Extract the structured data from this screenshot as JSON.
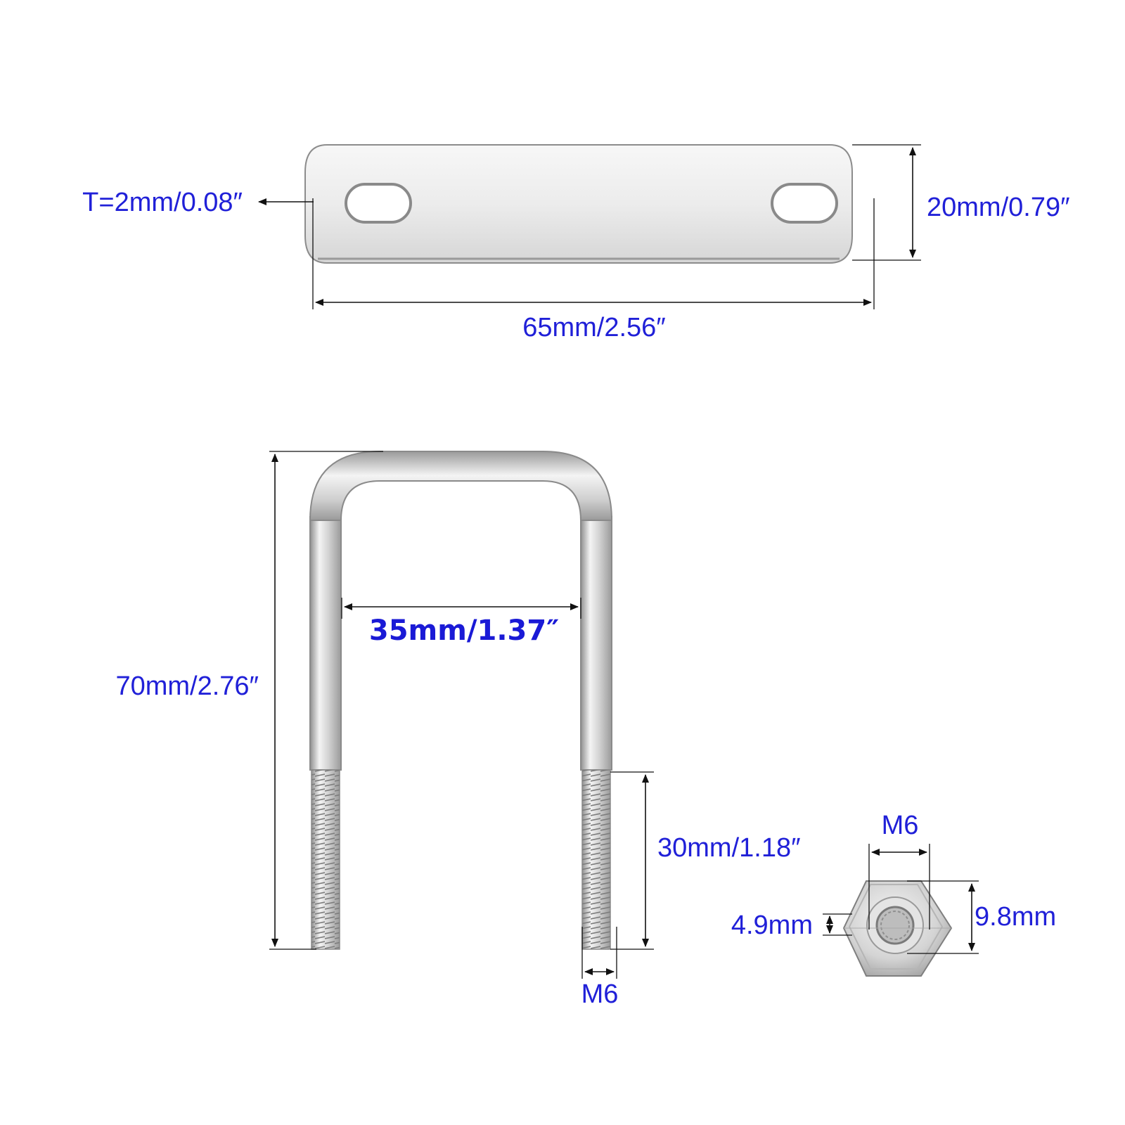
{
  "plate": {
    "thickness_label": "T=2mm/0.08″",
    "height_label": "20mm/0.79″",
    "length_label": "65mm/2.56″"
  },
  "u_bolt": {
    "height_label": "70mm/2.76″",
    "inner_width_label": "35mm/1.37″",
    "thread_length_label": "30mm/1.18″",
    "thread_size_label": "M6"
  },
  "nut": {
    "thread_size_label": "M6",
    "thickness_label": "4.9mm",
    "width_label": "9.8mm"
  },
  "colors": {
    "label": "#2020d8",
    "metal_light": "#f2f2f2",
    "metal_mid": "#c9c9c9",
    "metal_dark": "#8a8a8a",
    "dimension_line": "#111111"
  }
}
